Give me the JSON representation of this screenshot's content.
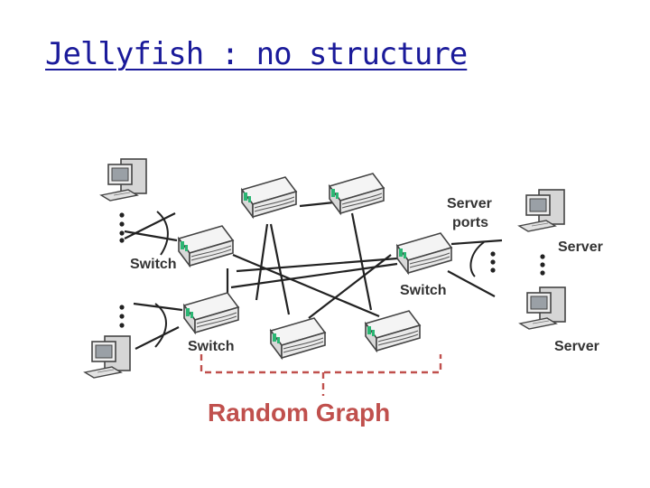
{
  "title": "Jellyfish : no structure",
  "labels": {
    "switch_left": "Switch",
    "switch_bottom": "Switch",
    "switch_right": "Switch",
    "server_ports": [
      "Server",
      "ports"
    ],
    "server_top": "Server",
    "server_bottom": "Server",
    "random_graph": "Random Graph"
  },
  "colors": {
    "title": "#1a1a9a",
    "random_graph_text": "#c0504d",
    "random_graph_bracket": "#c0504d",
    "switch_led": "#2bb673"
  },
  "icons": [
    "switch-icon",
    "server-computer-icon"
  ]
}
